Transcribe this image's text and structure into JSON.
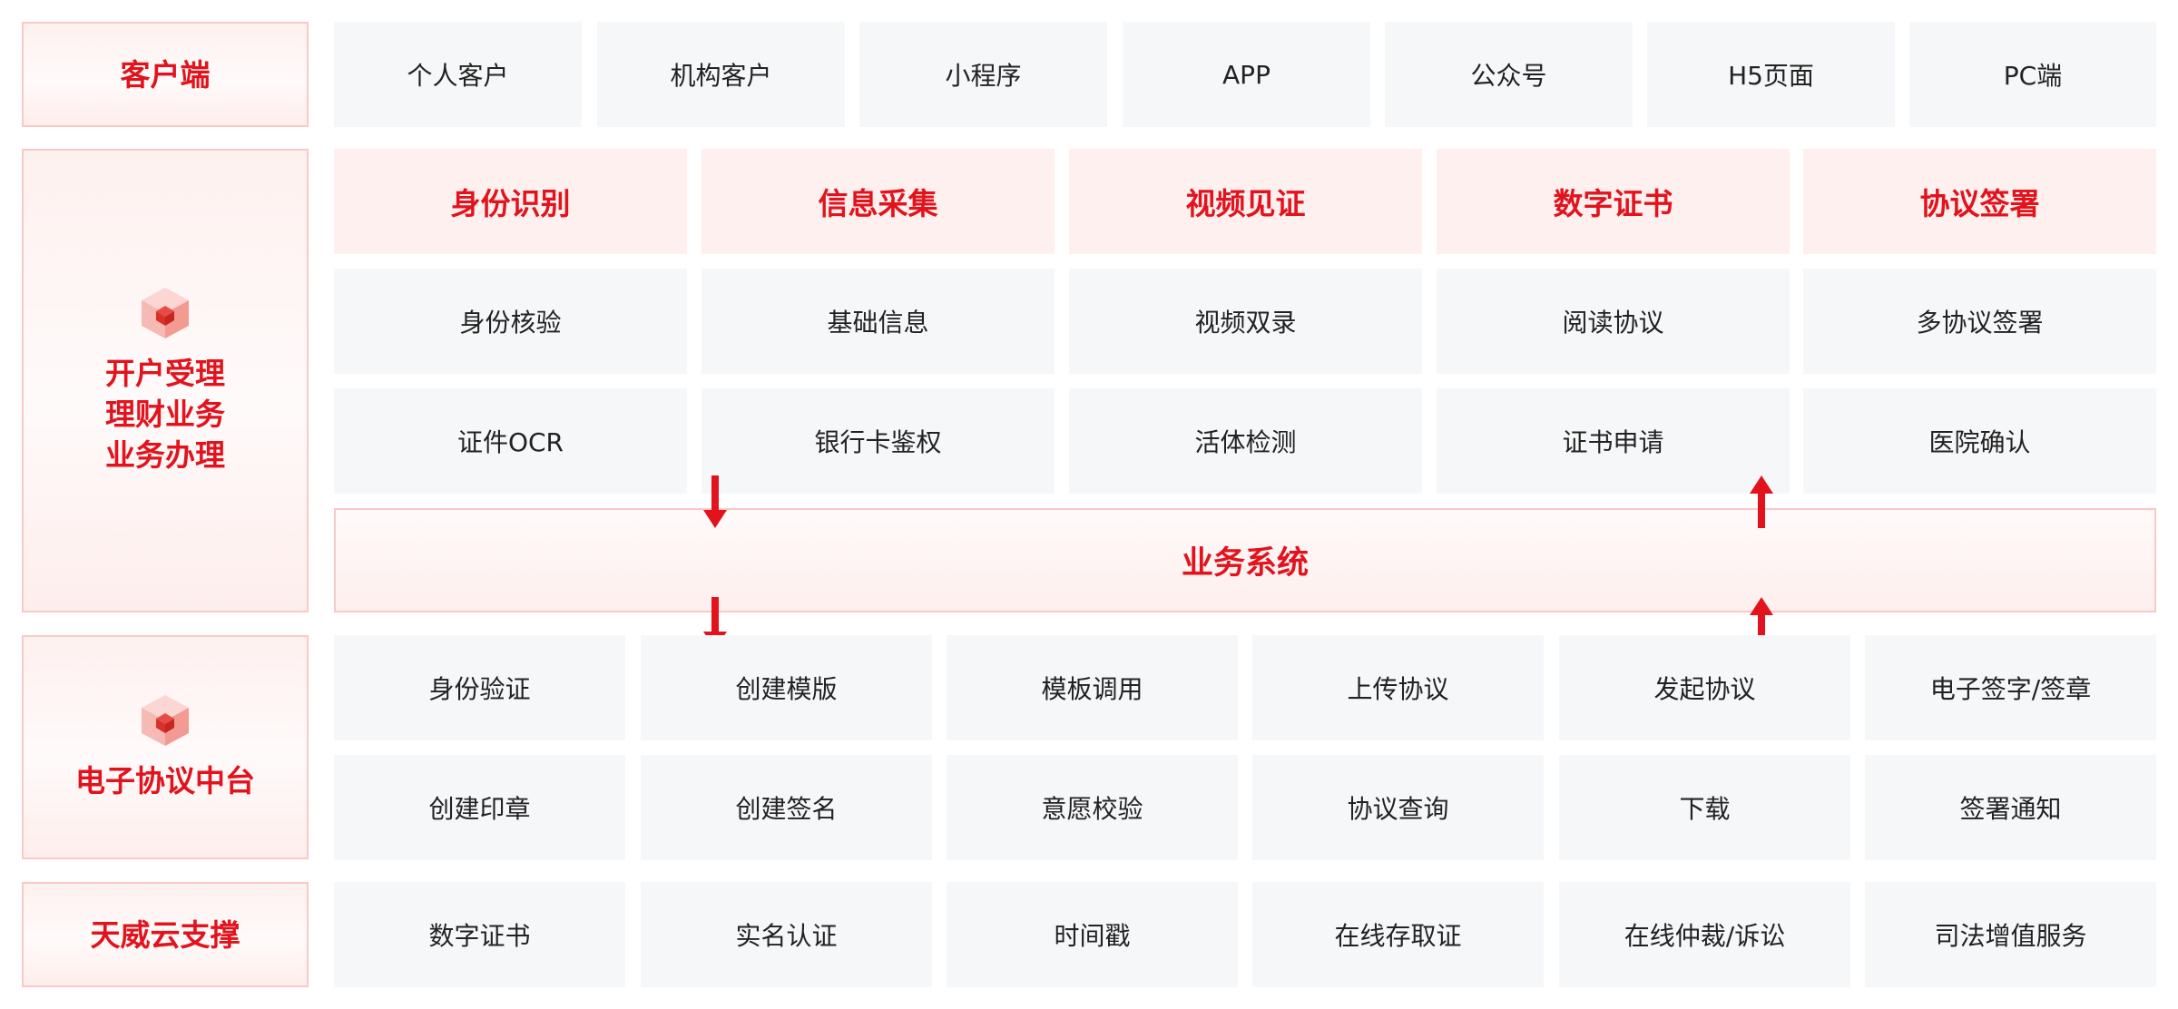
{
  "rows": {
    "client": {
      "label": [
        "客户端"
      ],
      "items": [
        "个人客户",
        "机构客户",
        "小程序",
        "APP",
        "公众号",
        "H5页面",
        "PC端"
      ]
    },
    "business": {
      "label": [
        "开户受理",
        "理财业务",
        "业务办理"
      ],
      "headers": [
        "身份识别",
        "信息采集",
        "视频见证",
        "数字证书",
        "协议签署"
      ],
      "row1": [
        "身份核验",
        "基础信息",
        "视频双录",
        "阅读协议",
        "多协议签署"
      ],
      "row2": [
        "证件OCR",
        "银行卡鉴权",
        "活体检测",
        "证书申请",
        "医院确认"
      ]
    },
    "system_bar": "业务系统",
    "platform": {
      "label": [
        "电子协议中台"
      ],
      "row1": [
        "身份验证",
        "创建模版",
        "模板调用",
        "上传协议",
        "发起协议",
        "电子签字/签章"
      ],
      "row2": [
        "创建印章",
        "创建签名",
        "意愿校验",
        "协议查询",
        "下载",
        "签署通知"
      ]
    },
    "support": {
      "label": [
        "天威云支撑"
      ],
      "items": [
        "数字证书",
        "实名认证",
        "时间戳",
        "在线存取证",
        "在线仲裁/诉讼",
        "司法增值服务"
      ]
    }
  },
  "colors": {
    "accent": "#e2131c",
    "cell_bg": "#f6f7f9",
    "header_bg": "#fdf0ef",
    "border": "#f8c9c5"
  },
  "icons": [
    "cube-icon",
    "arrow-down-icon",
    "arrow-up-icon"
  ]
}
